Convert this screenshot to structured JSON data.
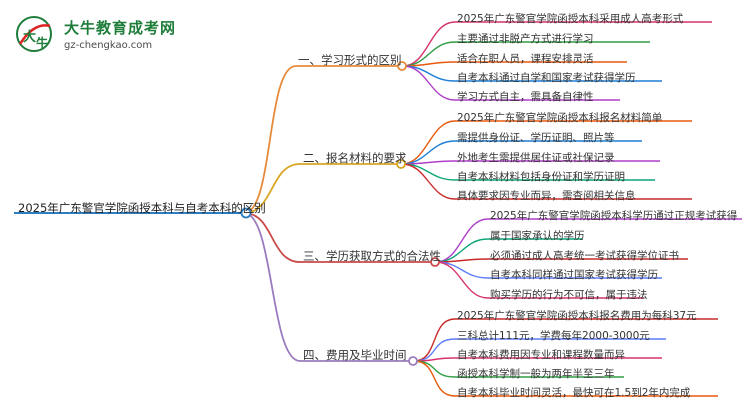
{
  "logo": {
    "title": "大牛教育成考网",
    "url_text": "gz-chengkao.com",
    "mark_text": "大牛"
  },
  "colors": {
    "root": "#2d7ec1",
    "branch1": "#e58b3a",
    "branch2": "#d9a521",
    "branch3": "#c94a49",
    "branch4": "#9a7bbf",
    "leaf_colors": [
      "#d6336c",
      "#2f9e44",
      "#e8590c",
      "#1c7ed6",
      "#ae3ec9",
      "#0ca678",
      "#c92a2a",
      "#5c7cfa"
    ]
  },
  "root": {
    "label": "2025年广东警官学院函授本科与自考本科的区别"
  },
  "branches": [
    {
      "label": "一、学习形式的区别",
      "leaves": [
        "2025年广东警官学院函授本科采用成人高考形式",
        "主要通过非脱产方式进行学习",
        "适合在职人员，课程安排灵活",
        "自考本科通过自学和国家考试获得学历",
        "学习方式自主，需具备自律性"
      ]
    },
    {
      "label": "二、报名材料的要求",
      "leaves": [
        "2025年广东警官学院函授本科报名材料简单",
        "需提供身份证、学历证明、照片等",
        "外地考生需提供居住证或社保记录",
        "自考本科材料包括身份证和学历证明",
        "具体要求因专业而异，需查阅相关信息"
      ]
    },
    {
      "label": "三、学历获取方式的合法性",
      "leaves": [
        "2025年广东警官学院函授本科学历通过正规考试获得",
        "属于国家承认的学历",
        "必须通过成人高考统一考试获得学位证书",
        "自考本科同样通过国家考试获得学历",
        "购买学历的行为不可信，属于违法"
      ]
    },
    {
      "label": "四、费用及毕业时间",
      "leaves": [
        "2025年广东警官学院函授本科报名费用为每科37元",
        "三科总计111元，学费每年2000-3000元",
        "自考本科费用因专业和课程数量而异",
        "函授本科学制一般为两年半至三年",
        "自考本科毕业时间灵活，最快可在1.5到2年内完成"
      ]
    }
  ]
}
